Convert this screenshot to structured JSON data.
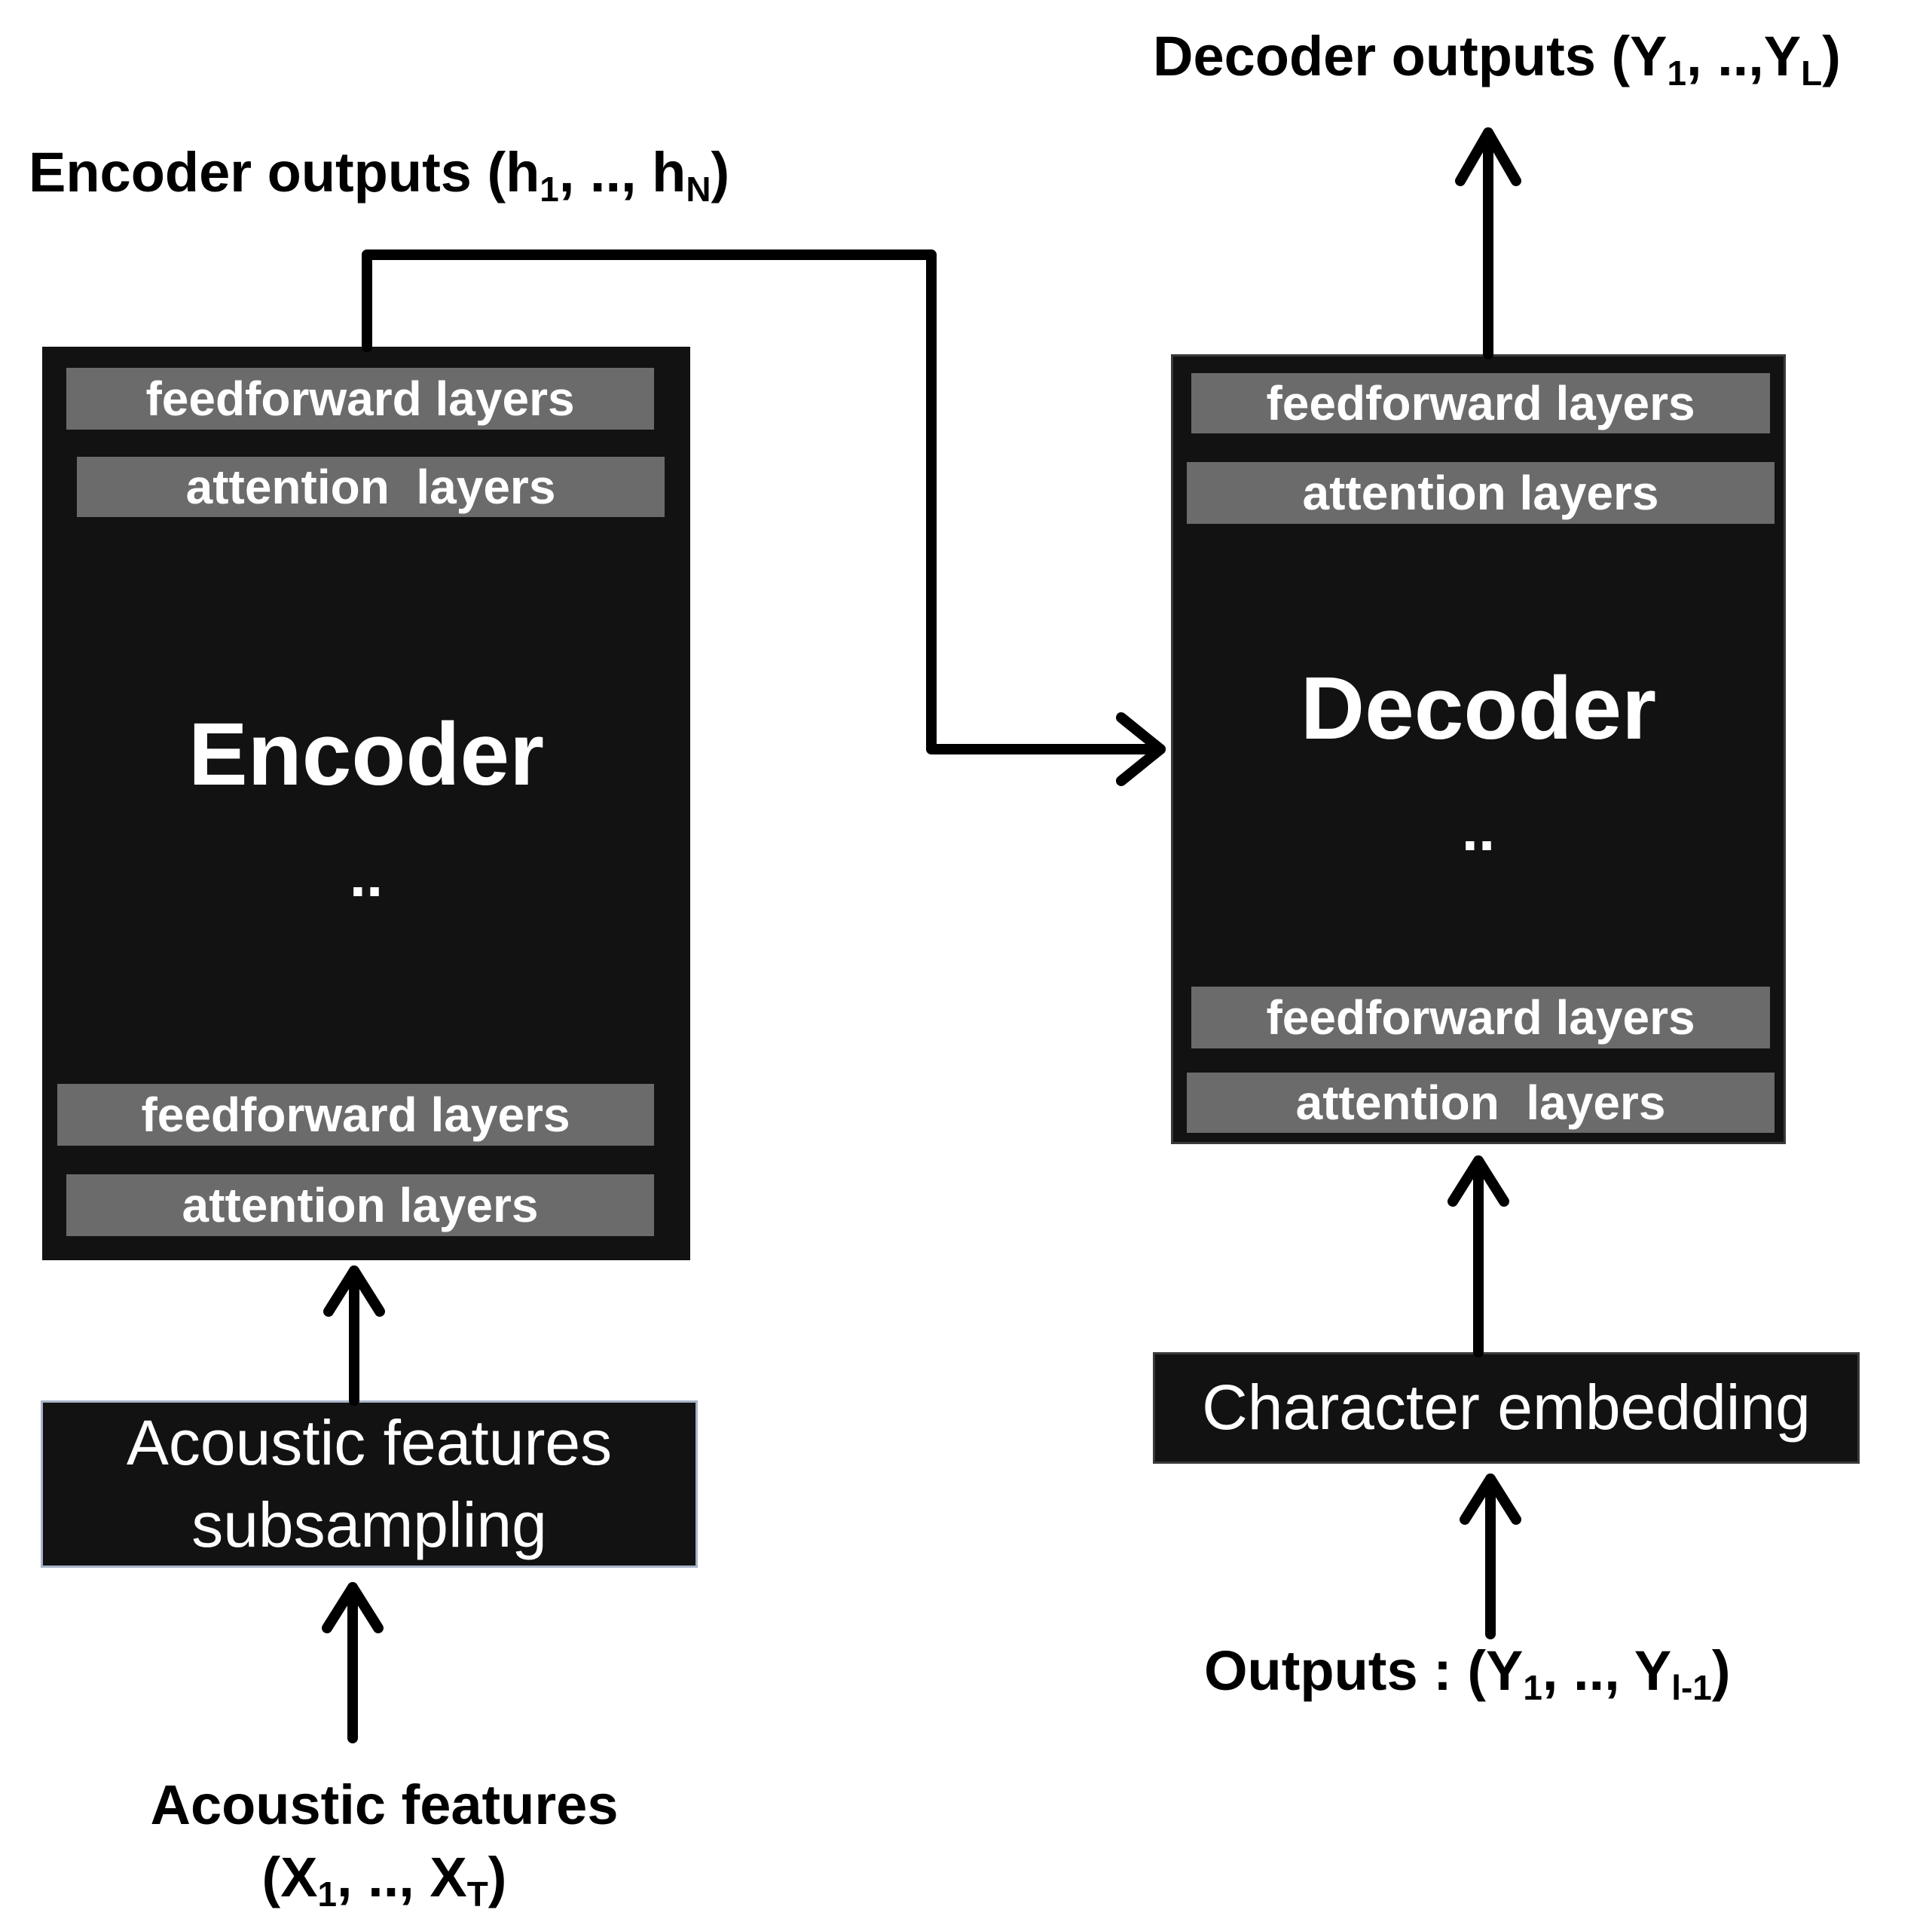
{
  "labels": {
    "decoder_outputs": {
      "text": "Decoder outputs (Y",
      "s1": "1",
      "mid": ", ..,Y",
      "s2": "L",
      "end": ")"
    },
    "encoder_outputs": {
      "text": "Encoder outputs (h",
      "s1": "1",
      "mid": ", .., h",
      "s2": "N",
      "end": ")"
    },
    "outputs": {
      "text": "Outputs : (Y",
      "s1": "1",
      "mid": ", .., Y",
      "s2": "l-1",
      "end": ")"
    },
    "acoustic_features": {
      "line1": "Acoustic features",
      "line2": "(X",
      "s1": "1",
      "mid": ", .., X",
      "s2": "T",
      "end": ")"
    }
  },
  "encoder": {
    "title": "Encoder",
    "dots": "..",
    "top_layers": [
      "feedforward layers",
      "attention  layers"
    ],
    "bottom_layers": [
      "feedforward layers",
      "attention layers"
    ]
  },
  "decoder": {
    "title": "Decoder",
    "dots": "..",
    "top_layers": [
      "feedforward layers",
      "attention layers"
    ],
    "bottom_layers": [
      "feedforward layers",
      "attention  layers"
    ]
  },
  "input_boxes": {
    "acoustic": {
      "line1": "Acoustic features",
      "line2": "subsampling"
    },
    "character": {
      "line1": "Character embedding"
    }
  }
}
